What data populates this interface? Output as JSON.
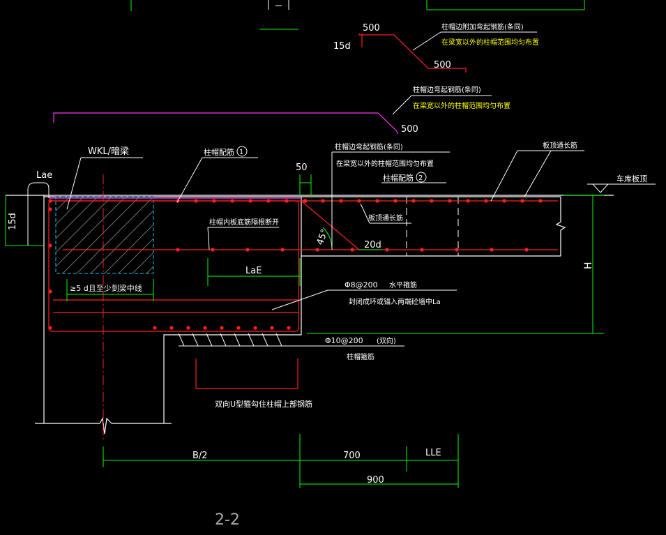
{
  "section_title": "2-2",
  "notes": {
    "note1_line1": "柱帽边附加弯起钢筋(条同)",
    "note1_line2": "在梁宽以外的柱帽范围均匀布置",
    "note2_line1": "柱帽边弯起钢筋(条同)",
    "note2_line2": "在梁宽以外的柱帽范围均匀布置",
    "note3_line1": "柱帽边弯起钢筋(条同)",
    "note3_line2": "在梁宽以外的柱帽范围均匀布置",
    "wkl": "WKL/暗梁",
    "rebar1": "柱帽配筋",
    "rebar1_num": "1",
    "rebar2": "柱帽配筋",
    "rebar2_num": "2",
    "slab_top_long": "板顶通长筋",
    "slab_top_long2": "板顶通长筋",
    "garage_roof": "车库板顶",
    "inner_bottom": "柱帽内板底筋隔根断开",
    "stirrup1": "Φ8@200",
    "stirrup1_label": "水平箍筋",
    "stirrup1_note": "封闭成环或锚入两端砼墙中La",
    "stirrup2": "Φ10@200",
    "stirrup2_dir": "(双向)",
    "stirrup2_label": "柱帽箍筋",
    "u_bar": "双向U型箍勾住柱帽上部钢筋",
    "anchor_note": "≥5 d且至少到梁中线"
  },
  "dims": {
    "d500a": "500",
    "d15d_a": "15d",
    "d500b": "500",
    "d500c": "500",
    "d50": "50",
    "lae": "Lae",
    "d15d_b": "15d",
    "angle": "45°",
    "d20d": "20d",
    "laE": "LaE",
    "H": "H",
    "B2": "B/2",
    "d700": "700",
    "LLE": "LLE",
    "d900": "900"
  },
  "colors": {
    "background": "#000000",
    "structure": "#ffffff",
    "rebar": "#ff2020",
    "dimension": "#00ff00",
    "note": "#ffff00",
    "magenta": "#ff33ff",
    "hatch": "#00ccff"
  }
}
